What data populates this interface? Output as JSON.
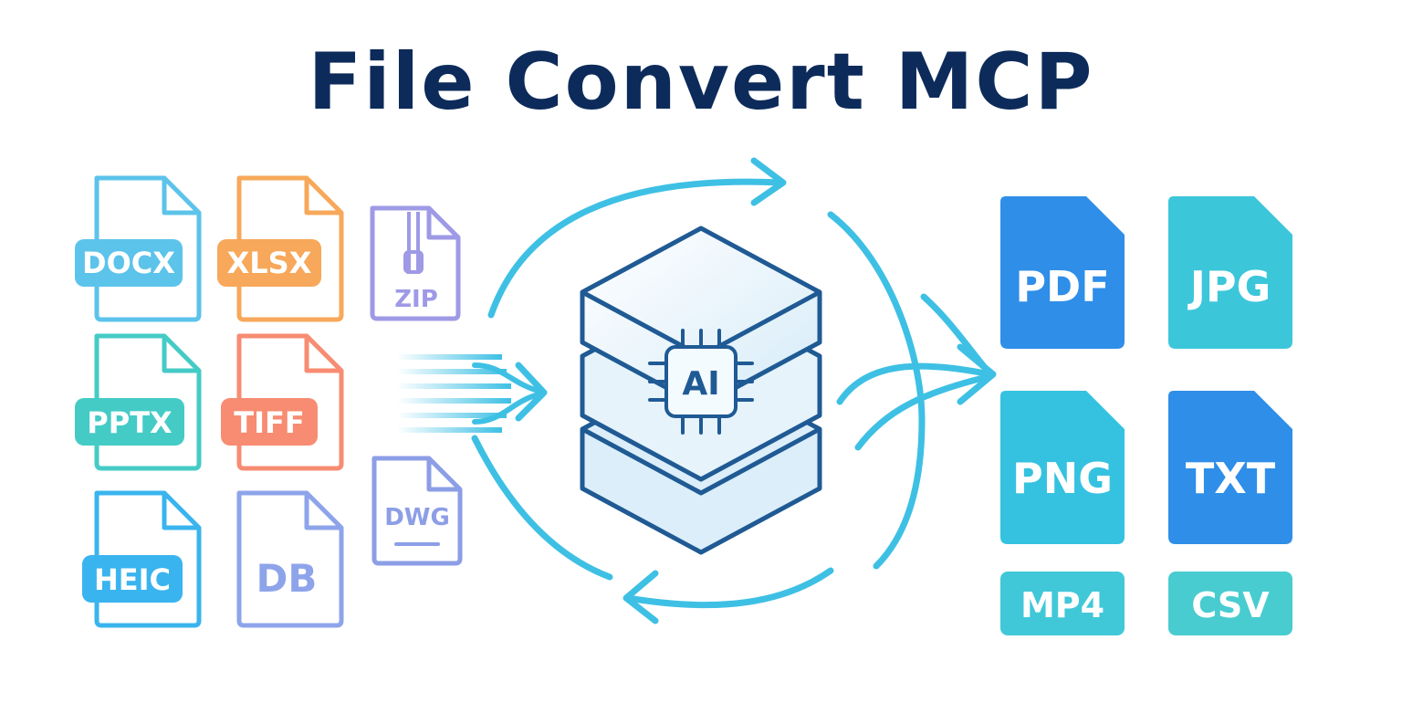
{
  "title": "File Convert MCP",
  "hub": {
    "label": "AI"
  },
  "inputs": [
    {
      "label": "DOCX",
      "color": "#5cc3ea"
    },
    {
      "label": "XLSX",
      "color": "#f7a85a"
    },
    {
      "label": "ZIP",
      "color": "#9e9ae6"
    },
    {
      "label": "PPTX",
      "color": "#45cbc6"
    },
    {
      "label": "TIFF",
      "color": "#f78c72"
    },
    {
      "label": "DWG",
      "color": "#8c9ee6"
    },
    {
      "label": "HEIC",
      "color": "#3ab4ee"
    },
    {
      "label": "DB",
      "color": "#8ea4ea"
    }
  ],
  "outputs": [
    {
      "label": "PDF",
      "color": "#2f8ee8"
    },
    {
      "label": "JPG",
      "color": "#3cc6da"
    },
    {
      "label": "PNG",
      "color": "#35c2e0"
    },
    {
      "label": "TXT",
      "color": "#2f8ee8"
    },
    {
      "label": "MP4",
      "color": "#40c8d8"
    },
    {
      "label": "CSV",
      "color": "#48ccd0"
    }
  ],
  "colors": {
    "title": "#0d2b5a",
    "flow": "#3ec0e4",
    "hub_stroke": "#1f5a94",
    "hub_fill": "#e8f3fb"
  }
}
